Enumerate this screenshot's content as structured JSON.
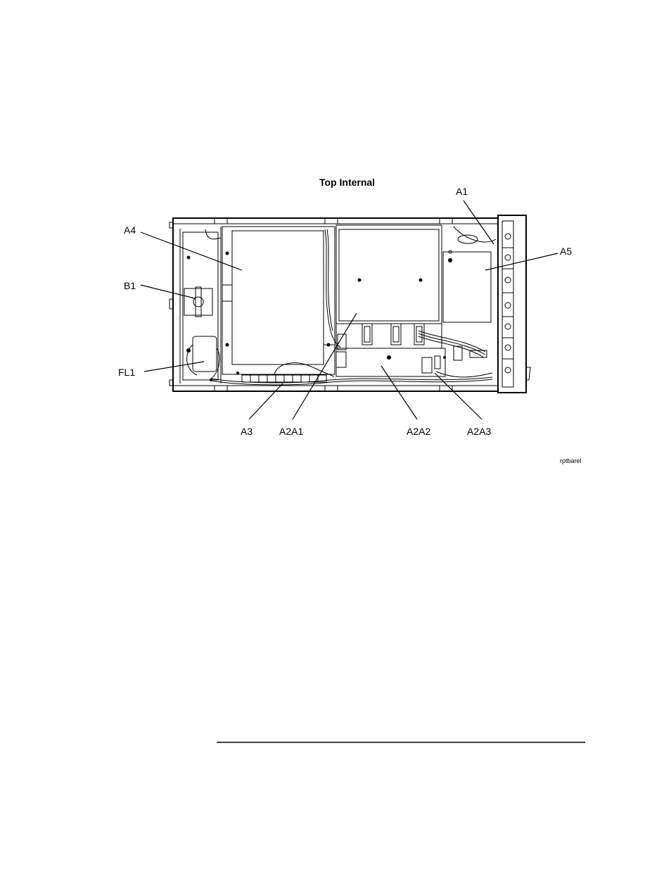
{
  "figure": {
    "title": "Top Internal",
    "figure_id": "rptbarel"
  },
  "callouts": {
    "a1": "A1",
    "a4": "A4",
    "a5": "A5",
    "b1": "B1",
    "fl1": "FL1",
    "a3": "A3",
    "a2a1": "A2A1",
    "a2a2": "A2A2",
    "a2a3": "A2A3"
  }
}
